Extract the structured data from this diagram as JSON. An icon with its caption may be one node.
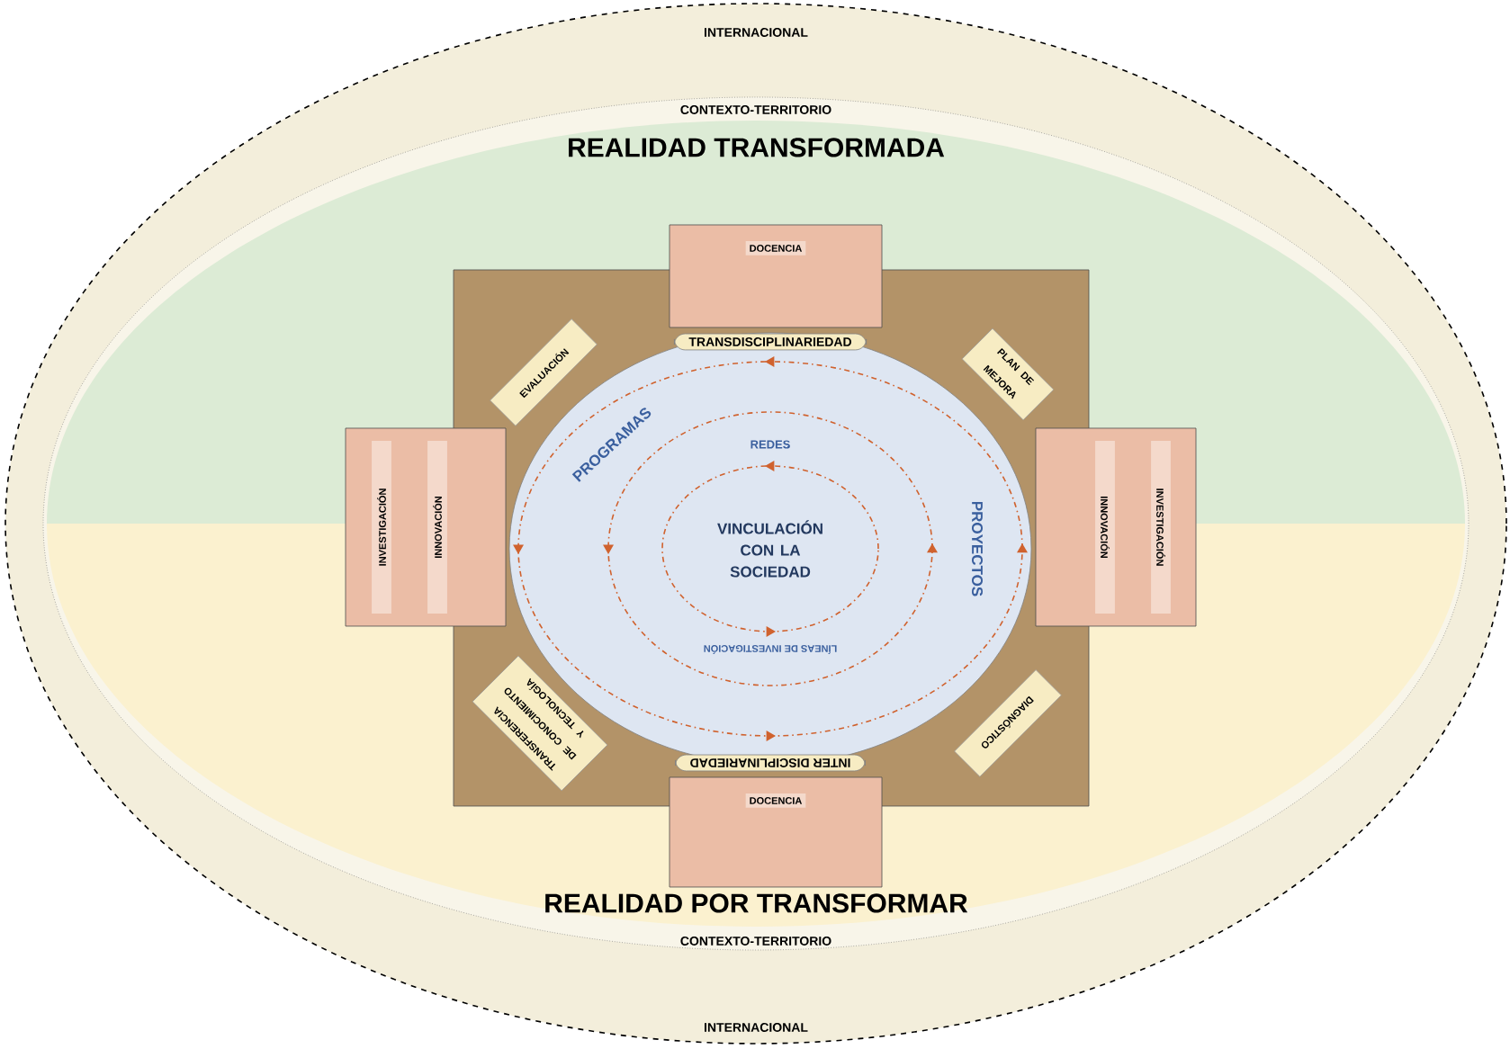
{
  "diagram": {
    "nodes": [
      {
        "text": [
          "INTERNACIONAL",
          "INTERNACIONAL"
        ]
      },
      {
        "text": [
          "CONTEXTO-TERRITORIO",
          "CONTEXTO-TERRITORIO"
        ],
        "in": 0
      },
      {
        "text": [
          "REALIDAD TRANSFORMADA"
        ],
        "in": 1
      },
      {
        "text": [
          "DOCENCIA"
        ],
        "in": 2
      },
      {
        "text": [],
        "shape": "box",
        "in": 1
      },
      {
        "text": [
          "EVALUACIÓN"
        ]
      },
      {
        "text": [
          "PLAN DE MEJORA"
        ]
      },
      {
        "text": [
          "INVESTIGACIÓN",
          "INNOVACIÓN"
        ],
        "in": 1
      },
      {
        "text": [
          "INNOVACIÓN",
          "INVESTIGACIÓN"
        ],
        "in": 1
      },
      {
        "text": [
          "PROGRAMAS",
          "REDES",
          "PROYECTOS",
          "VINCULACIÓN CON LA SOCIEDAD",
          "LÍNEAS DE INVESTIGACIÓN"
        ],
        "in": 4
      },
      {
        "text": [
          "TRANSDISCIPLINARIEDAD"
        ]
      },
      {
        "text": [
          "INTER DISCIPLINARIEDAD"
        ]
      },
      {
        "text": [
          "TRANSFERENCIA DE CONOCIMIENTO Y TECNOLOGÍA"
        ]
      },
      {
        "text": [
          "DIAGNÓSTICO"
        ]
      },
      {
        "text": [
          "DOCENCIA"
        ],
        "in": 15
      },
      {
        "text": [
          "REALIDAD POR TRANSFORMAR"
        ],
        "in": 1
      }
    ]
  }
}
